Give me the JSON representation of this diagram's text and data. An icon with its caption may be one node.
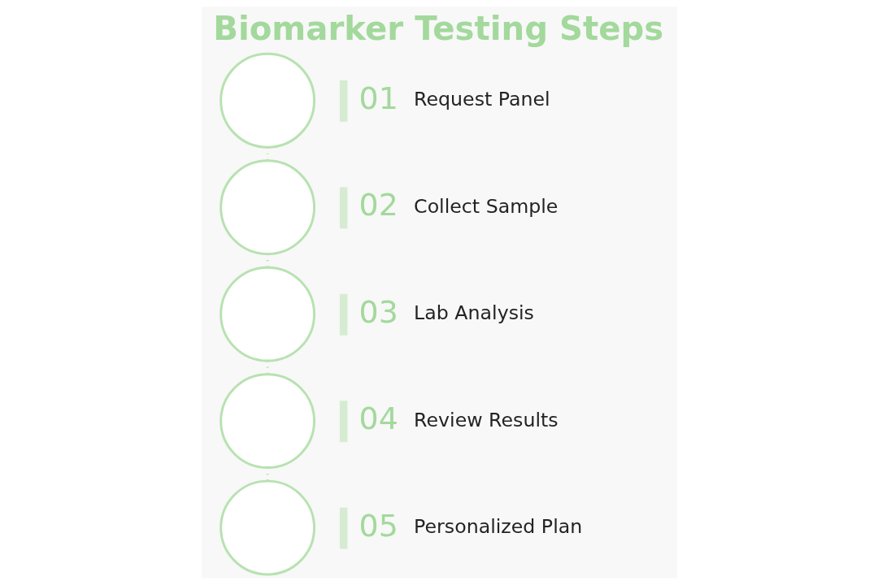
{
  "diagram": {
    "title": "Biomarker Testing Steps",
    "nodes": [
      {
        "text": [],
        "shape": "circle",
        "beside": [
          "01",
          "Request Panel"
        ]
      },
      {
        "text": [],
        "shape": "circle",
        "beside": [
          "02",
          "Collect Sample"
        ]
      },
      {
        "text": [],
        "shape": "circle",
        "beside": [
          "03",
          "Lab Analysis"
        ]
      },
      {
        "text": [],
        "shape": "circle",
        "beside": [
          "04",
          "Review Results"
        ]
      },
      {
        "text": [],
        "shape": "circle",
        "beside": [
          "05",
          "Personalized Plan"
        ]
      }
    ],
    "edges": [
      {
        "from": 0,
        "to": 1,
        "arrow": "none",
        "style": "dashed"
      },
      {
        "from": 1,
        "to": 2,
        "arrow": "none",
        "style": "dashed"
      },
      {
        "from": 2,
        "to": 3,
        "arrow": "none",
        "style": "dashed"
      },
      {
        "from": 3,
        "to": 4,
        "arrow": "none",
        "style": "dashed"
      }
    ]
  }
}
